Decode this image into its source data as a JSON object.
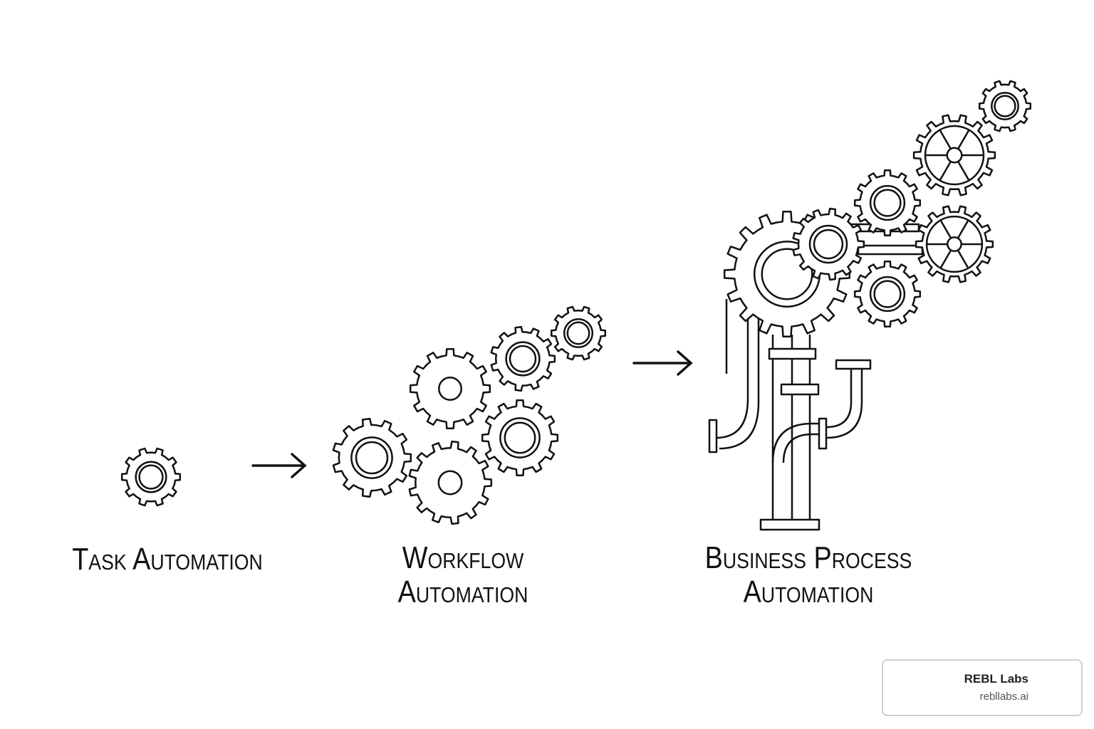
{
  "stages": [
    {
      "title_line1": "Task Automation",
      "title_line2": ""
    },
    {
      "title_line1": "Workflow",
      "title_line2": "Automation"
    },
    {
      "title_line1": "Business Process",
      "title_line2": "Automation"
    }
  ],
  "branding": {
    "name": "REBL Labs",
    "url": "rebllabs.ai"
  },
  "icons": [
    "gear-icon",
    "arrow-right-icon",
    "pipe-icon"
  ],
  "colors": {
    "line": "#111111",
    "background": "#ffffff",
    "badge_border": "#cfcfcf"
  }
}
